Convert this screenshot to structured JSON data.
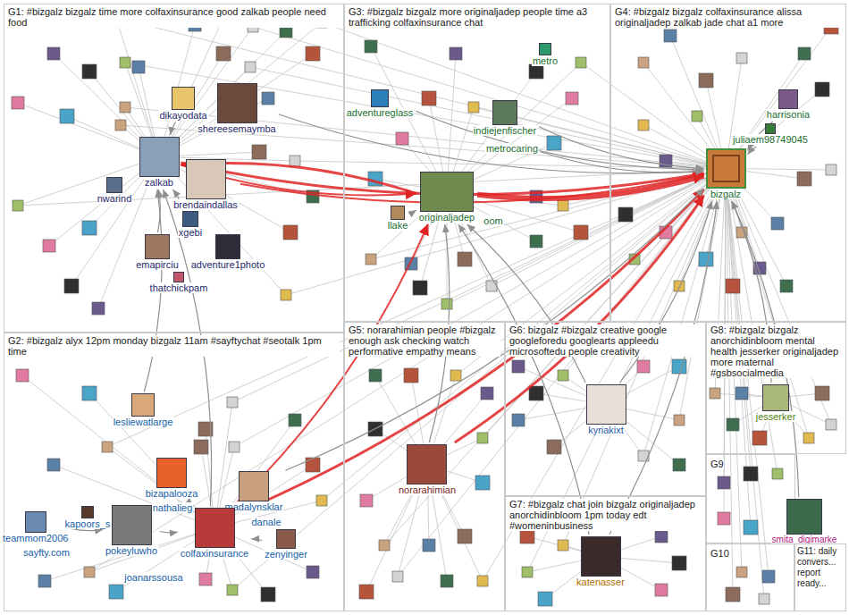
{
  "diagram": {
    "nodes": [
      {
        "text": [
          "G1: #bizgalz bizgalz time more colfaxinsurance good zalkab people need food"
        ]
      },
      {
        "text": [
          "dikayodata"
        ],
        "in": 0
      },
      {
        "text": [
          "shereesemaymba"
        ],
        "in": 0
      },
      {
        "text": [
          "zalkab"
        ],
        "in": 0
      },
      {
        "text": [
          "nwarind"
        ],
        "in": 0
      },
      {
        "text": [
          "brendaindallas"
        ],
        "in": 0
      },
      {
        "text": [
          "xgebi"
        ],
        "in": 0
      },
      {
        "text": [
          "emapirciu"
        ],
        "in": 0
      },
      {
        "text": [
          "adventure1photo"
        ],
        "in": 0
      },
      {
        "text": [
          "thatchickpam"
        ],
        "in": 0
      },
      {
        "text": [
          "G3: #bizgalz bizgalz more originaljadep people time a3 trafficking colfaxinsurance chat"
        ]
      },
      {
        "text": [
          "metro"
        ],
        "in": 10
      },
      {
        "text": [
          "adventureglass"
        ],
        "in": 10
      },
      {
        "text": [
          "indiejenfischer"
        ],
        "in": 10
      },
      {
        "text": [
          "metrocaring"
        ],
        "in": 10
      },
      {
        "text": [
          "originaljadep"
        ],
        "in": 10
      },
      {
        "text": [
          "llake"
        ],
        "in": 10
      },
      {
        "text": [
          "oom"
        ],
        "in": 10
      },
      {
        "text": [
          "G4: #bizgalz bizgalz colfaxinsurance alissa originaljadep zalkab jade chat a1 more"
        ]
      },
      {
        "text": [
          "harrisonia"
        ],
        "in": 18
      },
      {
        "text": [
          "juliaem98749045"
        ],
        "in": 18
      },
      {
        "text": [
          "bizgalz"
        ],
        "in": 18
      },
      {
        "text": [
          "G2: #bizgalz alyx 12pm monday bizgalz 11am #sayftychat #seotalk 1pm time"
        ]
      },
      {
        "text": [
          "lesliewatlarge"
        ],
        "in": 22
      },
      {
        "text": [
          "bizapalooza"
        ],
        "in": 22
      },
      {
        "text": [
          "nathalieg"
        ],
        "in": 22
      },
      {
        "text": [
          "madalynsklar"
        ],
        "in": 22
      },
      {
        "text": [
          "kapoors_s"
        ],
        "in": 22
      },
      {
        "text": [
          "danale"
        ],
        "in": 22
      },
      {
        "text": [
          "teammom2006"
        ],
        "in": 22
      },
      {
        "text": [
          "sayfty.com"
        ],
        "in": 22
      },
      {
        "text": [
          "pokeyluwho"
        ],
        "in": 22
      },
      {
        "text": [
          "colfaxinsurance"
        ],
        "in": 22
      },
      {
        "text": [
          "zenyinger"
        ],
        "in": 22
      },
      {
        "text": [
          "joanarssousa"
        ],
        "in": 22
      },
      {
        "text": [
          "G5: norarahimian people #bizgalz enough ask checking watch performative empathy means"
        ]
      },
      {
        "text": [
          "norarahimian"
        ],
        "in": 35
      },
      {
        "text": [
          "G6: bizgalz #bizgalz creative google googleforedu googlearts appleedu microsoftedu people creativity"
        ]
      },
      {
        "text": [
          "kyriakixt"
        ],
        "in": 37
      },
      {
        "text": [
          "G7: #bizgalz chat join bizgalz originaljadep anorchidinbloom 1pm today edt #womeninbusiness"
        ]
      },
      {
        "text": [
          "katenasser"
        ],
        "in": 39
      },
      {
        "text": [
          "G8: #bizgalz bizgalz anorchidinbloom mental health jesserker originaljadep more maternal #gsbsocialmedia"
        ]
      },
      {
        "text": [
          "jesserker"
        ],
        "in": 41
      },
      {
        "text": [
          "G9"
        ]
      },
      {
        "text": [
          "smita_digimarke"
        ],
        "in": 43
      },
      {
        "text": [
          "G10"
        ]
      },
      {
        "text": [
          "G11: daily convers... report ready..."
        ]
      }
    ],
    "edges": [
      {
        "from": 15,
        "to": 21,
        "arrow": "to"
      },
      {
        "from": 3,
        "to": 21,
        "arrow": "to"
      },
      {
        "from": 15,
        "to": 3,
        "arrow": "to"
      },
      {
        "from": 3,
        "to": 15,
        "arrow": "to"
      },
      {
        "from": 32,
        "to": 21,
        "arrow": "to"
      },
      {
        "from": 32,
        "to": 15,
        "arrow": "to"
      },
      {
        "from": 36,
        "to": 21,
        "arrow": "to"
      },
      {
        "from": 5,
        "to": 21,
        "arrow": "to"
      },
      {
        "from": 2,
        "to": 21,
        "arrow": "to"
      },
      {
        "from": 13,
        "to": 21,
        "arrow": "to"
      },
      {
        "from": 12,
        "to": 21,
        "arrow": "to"
      },
      {
        "from": 20,
        "to": 21,
        "arrow": "to"
      },
      {
        "from": 19,
        "to": 21,
        "arrow": "to"
      },
      {
        "from": 42,
        "to": 21,
        "arrow": "to"
      },
      {
        "from": 38,
        "to": 21,
        "arrow": "to"
      },
      {
        "from": 40,
        "to": 21,
        "arrow": "to"
      },
      {
        "from": 26,
        "to": 21,
        "arrow": "to"
      },
      {
        "from": 23,
        "to": 3,
        "arrow": "to"
      },
      {
        "from": 31,
        "to": 32,
        "arrow": "to"
      },
      {
        "from": 24,
        "to": 32,
        "arrow": "to"
      },
      {
        "from": 29,
        "to": 31,
        "arrow": "to"
      },
      {
        "from": 36,
        "to": 15,
        "arrow": "to"
      },
      {
        "from": 40,
        "to": 15,
        "arrow": "to"
      },
      {
        "from": 7,
        "to": 3,
        "arrow": "to"
      },
      {
        "from": 6,
        "to": 3,
        "arrow": "to"
      },
      {
        "from": 16,
        "to": 15,
        "arrow": "to"
      },
      {
        "from": 14,
        "to": 21,
        "arrow": "to"
      },
      {
        "from": 33,
        "to": 32,
        "arrow": "to"
      },
      {
        "from": 44,
        "to": 21,
        "arrow": "to"
      },
      {
        "from": 1,
        "to": 3,
        "arrow": "to"
      },
      {
        "from": 32,
        "to": 3,
        "arrow": "to"
      },
      {
        "from": 38,
        "to": 15,
        "arrow": "to"
      }
    ]
  }
}
